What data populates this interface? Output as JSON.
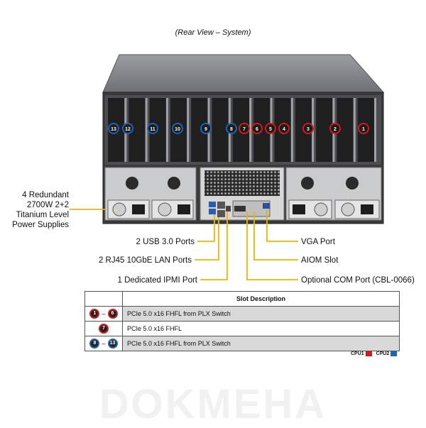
{
  "caption": "(Rear View – System)",
  "colors": {
    "cpu1": "#d21a1a",
    "cpu2": "#1e63b5",
    "chassis": "#3a3a3a"
  },
  "slot_badges": [
    {
      "num": "13",
      "cpu": "cpu2"
    },
    {
      "num": "12",
      "cpu": "cpu2"
    },
    {
      "num": "11",
      "cpu": "cpu2"
    },
    {
      "num": "10",
      "cpu": "cpu2"
    },
    {
      "num": "9",
      "cpu": "cpu2"
    },
    {
      "num": "8",
      "cpu": "cpu2"
    },
    {
      "num": "7",
      "cpu": "cpu1"
    },
    {
      "num": "6",
      "cpu": "cpu1"
    },
    {
      "num": "5",
      "cpu": "cpu1"
    },
    {
      "num": "4",
      "cpu": "cpu1"
    },
    {
      "num": "3",
      "cpu": "cpu1"
    },
    {
      "num": "2",
      "cpu": "cpu1"
    },
    {
      "num": "1",
      "cpu": "cpu1"
    }
  ],
  "labels": {
    "psu_line1": "4 Redundant",
    "psu_line2": "2700W 2+2",
    "psu_line3": "Titanium Level",
    "psu_line4": "Power Supplies",
    "usb": "2 USB 3.0 Ports",
    "lan": "2 RJ45 10GbE LAN Ports",
    "ipmi": "1 Dedicated IPMI Port",
    "vga": "VGA Port",
    "aiom": "AIOM Slot",
    "com": "Optional COM Port (CBL-0066)"
  },
  "table": {
    "header": "Slot Description",
    "rows": [
      {
        "from": "1",
        "to": "6",
        "from_cpu": "cpu1",
        "to_cpu": "cpu1",
        "desc": "PCIe 5.0 x16 FHFL from PLX Switch"
      },
      {
        "from": "7",
        "to": "",
        "from_cpu": "cpu1",
        "to_cpu": "",
        "desc": "PCIe 5.0 x16 FHFL"
      },
      {
        "from": "8",
        "to": "13",
        "from_cpu": "cpu2",
        "to_cpu": "cpu2",
        "desc": "PCIe 5.0 x16 FHFL from PLX Switch"
      }
    ]
  },
  "legend": {
    "cpu1": "CPU1",
    "cpu2": "CPU2"
  },
  "watermark": "DOKMEHA"
}
